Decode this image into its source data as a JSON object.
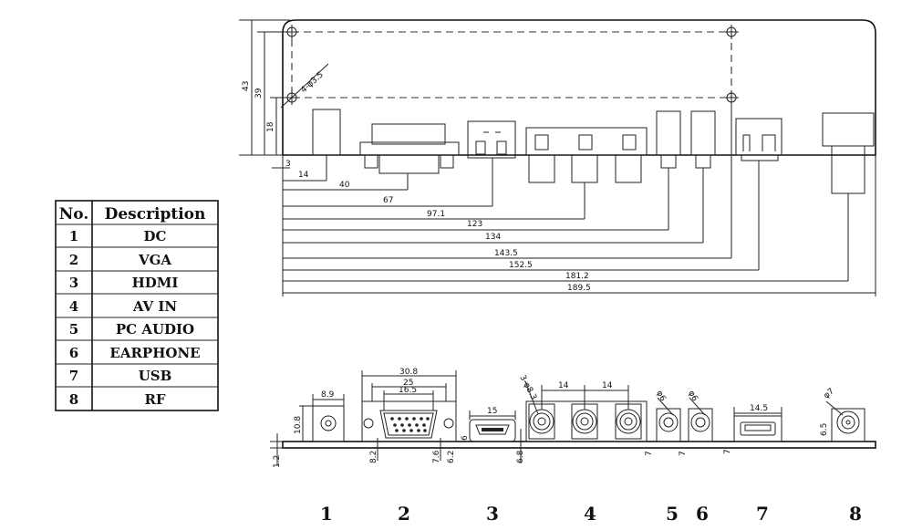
{
  "table": {
    "headers": {
      "no": "No.",
      "desc": "Description"
    },
    "rows": [
      {
        "no": "1",
        "desc": "DC"
      },
      {
        "no": "2",
        "desc": "VGA"
      },
      {
        "no": "3",
        "desc": "HDMI"
      },
      {
        "no": "4",
        "desc": "AV IN"
      },
      {
        "no": "5",
        "desc": "PC AUDIO"
      },
      {
        "no": "6",
        "desc": "EARPHONE"
      },
      {
        "no": "7",
        "desc": "USB"
      },
      {
        "no": "8",
        "desc": "RF"
      }
    ]
  },
  "top_view": {
    "height_dims": [
      "43",
      "39",
      "18"
    ],
    "hole_note": "4-φ3.5",
    "offset_dim": "3",
    "horizontal_dims": [
      "14",
      "40",
      "67",
      "97.1",
      "123",
      "134",
      "143.5",
      "152.5",
      "181.2",
      "189.5"
    ]
  },
  "front_view": {
    "dc_width": "8.9",
    "dc_height": "10.8",
    "board_thickness": "1.2",
    "vga_outer": "30.8",
    "vga_mid": "25",
    "vga_inner": "16.5",
    "vga_left_height": "8.2",
    "vga_right_height": "7.6",
    "vga_right_small": "6.2",
    "hdmi_width": "15",
    "hdmi_height": "6",
    "hdmi_height2": "6.8",
    "av_note": "3-φ8.3",
    "av_spacing_1": "14",
    "av_spacing_2": "14",
    "av_height": "7",
    "pcaudio_note": "φ6",
    "pcaudio_height": "7",
    "earphone_note": "φ6",
    "usb_width": "14.5",
    "usb_height": "7",
    "rf_note": "φ7",
    "rf_height": "6.5"
  },
  "connector_numbers": [
    "1",
    "2",
    "3",
    "4",
    "5",
    "6",
    "7",
    "8"
  ]
}
